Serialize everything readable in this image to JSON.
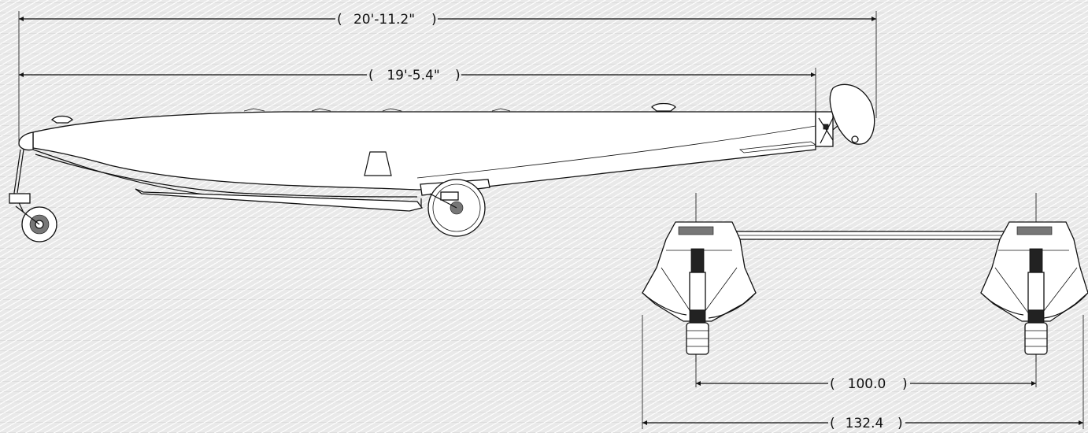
{
  "dimensions": {
    "overall_length": "20'-11.2\"",
    "hull_length": "19'-5.4\"",
    "wheel_track": "100.0",
    "overall_width": "132.4"
  },
  "colors": {
    "line": "#111111",
    "fill": "#ffffff",
    "background": "#e9e9e9"
  }
}
